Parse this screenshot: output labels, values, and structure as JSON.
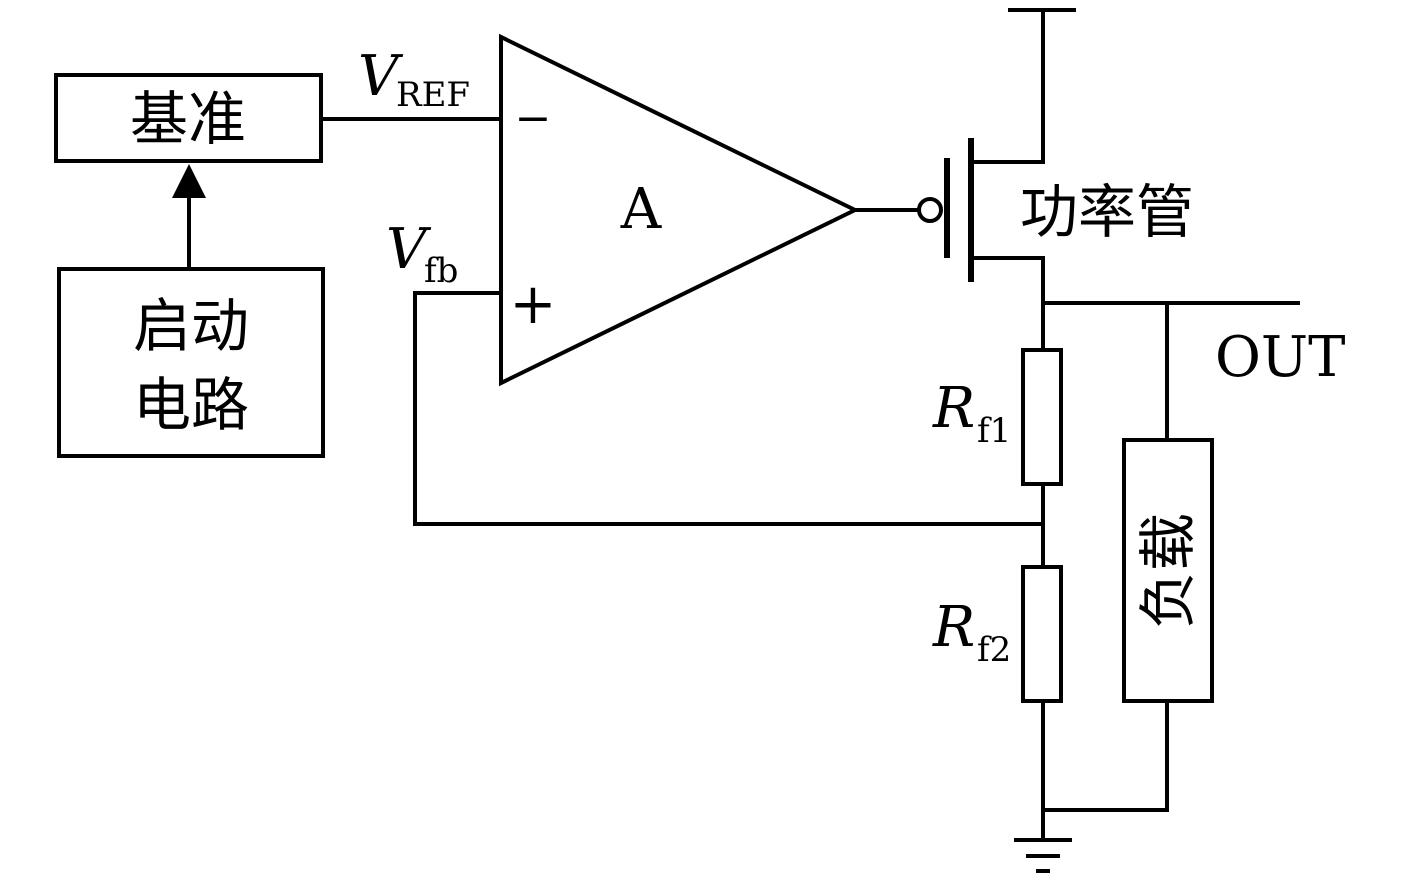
{
  "blocks": {
    "reference": "基准",
    "startup_line1": "启动",
    "startup_line2": "电路",
    "load": "负载"
  },
  "amplifier": {
    "name": "A",
    "minus": "−",
    "plus": "+"
  },
  "transistor": {
    "label": "功率管"
  },
  "signals": {
    "vref_main": "V",
    "vref_sub": "REF",
    "vfb_main": "V",
    "vfb_sub": "fb",
    "out": "OUT"
  },
  "resistors": {
    "rf1_main": "R",
    "rf1_sub": "f1",
    "rf2_main": "R",
    "rf2_sub": "f2"
  }
}
